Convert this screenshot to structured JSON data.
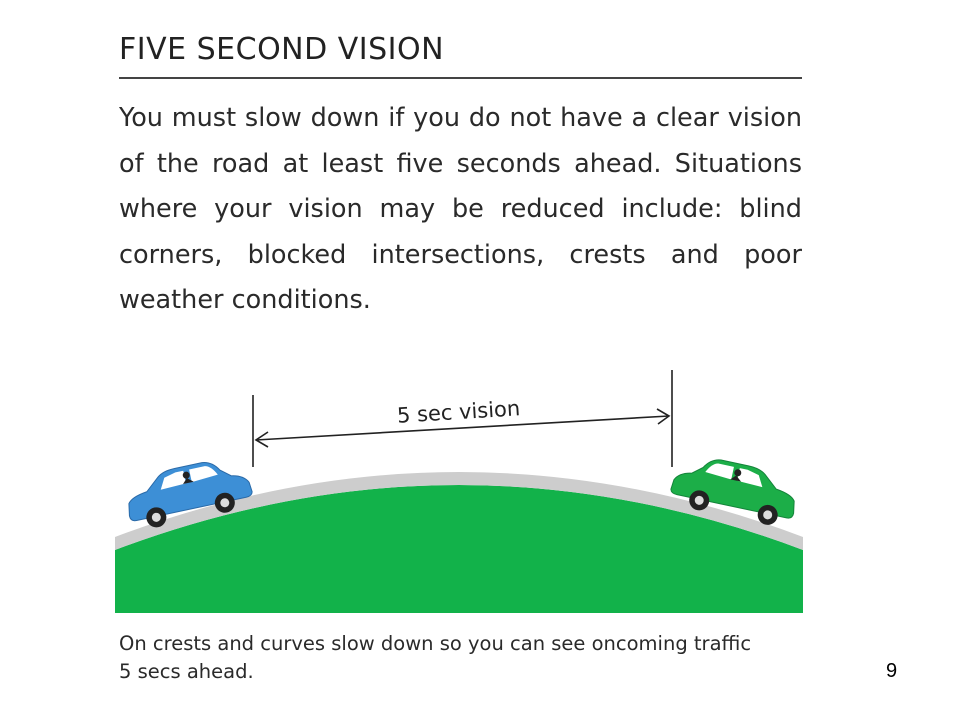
{
  "heading": "FIVE SECOND VISION",
  "body_text": "You must slow down if you do not have a clear vision of the road at least five seconds ahead. Situations where your vision may be reduced include: blind corners, blocked intersections, crests and poor weather conditions.",
  "diagram": {
    "distance_label": "5 sec vision",
    "colors": {
      "grass": "#12b24a",
      "road": "#cdcdcd",
      "car_left": "#3d8fd6",
      "car_right": "#1cae48",
      "line": "#222222"
    },
    "icons": [
      "blue-car-icon",
      "green-car-icon",
      "double-arrow-icon"
    ]
  },
  "caption": "On crests and curves slow down so you can see oncoming traffic 5 secs ahead.",
  "page_number": "9"
}
